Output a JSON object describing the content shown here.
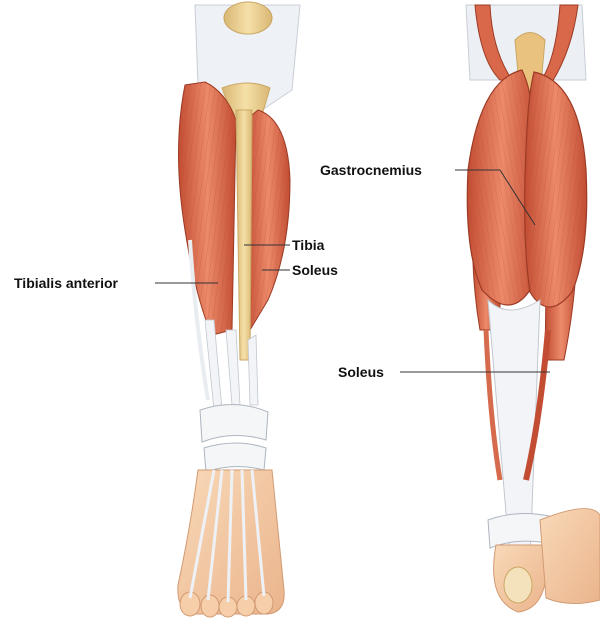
{
  "figure": {
    "labels": {
      "tibialis_anterior": "Tibialis anterior",
      "tibia": "Tibia",
      "soleus_front": "Soleus",
      "gastrocnemius": "Gastrocnemius",
      "soleus_back": "Soleus"
    },
    "colors": {
      "muscle": "#d9674a",
      "muscle_dark": "#b8442d",
      "muscle_light": "#ec8a6a",
      "bone": "#e9cf8e",
      "tendon": "#f2f4f7",
      "skin": "#f6cfaa",
      "label_text": "#111111",
      "leader_line": "#333333"
    }
  }
}
